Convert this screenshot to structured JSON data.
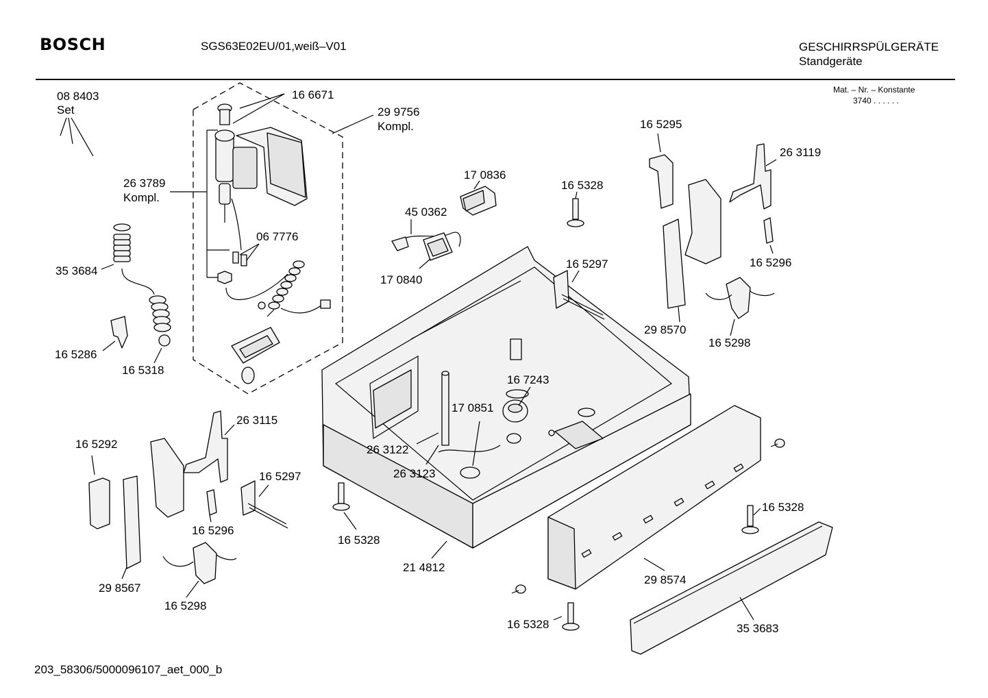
{
  "header": {
    "brand": "BOSCH",
    "model": "SGS63E02EU/01,weiß–V01",
    "category": "GESCHIRRSPÜLGERÄTE",
    "subcategory": "Standgeräte",
    "mat_label": "Mat. – Nr. – Konstante",
    "mat_value": "3740  .  .     .  .  .  ."
  },
  "footer": {
    "doc_id": "203_58306/5000096107_aet_000_b"
  },
  "labels": {
    "set_number": "08 8403",
    "set_word": "Set",
    "p166671": "16 6671",
    "p299756": "29 9756",
    "p299756_kompl": "Kompl.",
    "p263789": "26 3789",
    "p263789_kompl": "Kompl.",
    "p067776": "06 7776",
    "p353684": "35 3684",
    "p165286": "16 5286",
    "p165318": "16 5318",
    "p170836": "17 0836",
    "p450362": "45 0362",
    "p170840": "17 0840",
    "p165328_a": "16 5328",
    "p165297_a": "16 5297",
    "p165295": "16 5295",
    "p263119": "26 3119",
    "p165296_a": "16 5296",
    "p298570": "29 8570",
    "p165298_a": "16 5298",
    "p167243": "16 7243",
    "p170851": "17 0851",
    "p263122": "26 3122",
    "p263123": "26 3123",
    "p263115": "26 3115",
    "p165292": "16 5292",
    "p165297_b": "16 5297",
    "p165296_b": "16 5296",
    "p298567": "29 8567",
    "p165298_b": "16 5298",
    "p165328_b": "16 5328",
    "p214812": "21 4812",
    "p165328_c": "16 5328",
    "p298574": "29 8574",
    "p165328_d": "16 5328",
    "p353683": "35 3683"
  }
}
